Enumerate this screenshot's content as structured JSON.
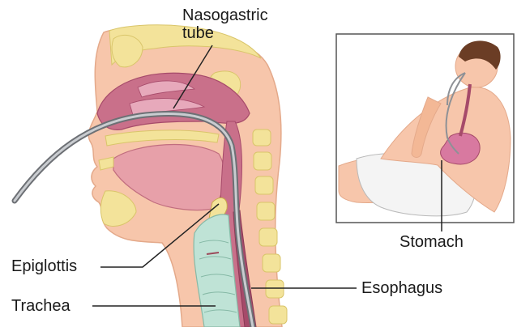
{
  "labels": {
    "nasogastric_line1": "Nasogastric",
    "nasogastric_line2": "tube",
    "epiglottis": "Epiglottis",
    "trachea": "Trachea",
    "esophagus": "Esophagus",
    "stomach": "Stomach"
  },
  "colors": {
    "skin": "#f7c6ab",
    "skin_dark": "#e9a98a",
    "mucosa": "#c9708a",
    "mucosa_dark": "#a64a6a",
    "bone": "#f3e39a",
    "bone_dark": "#d9c56a",
    "tube": "#8e9196",
    "trachea": "#bfe3d6",
    "stomach": "#d879a0",
    "garment": "#f4f4f4",
    "hair": "#6b3d25",
    "leader": "#222222"
  }
}
